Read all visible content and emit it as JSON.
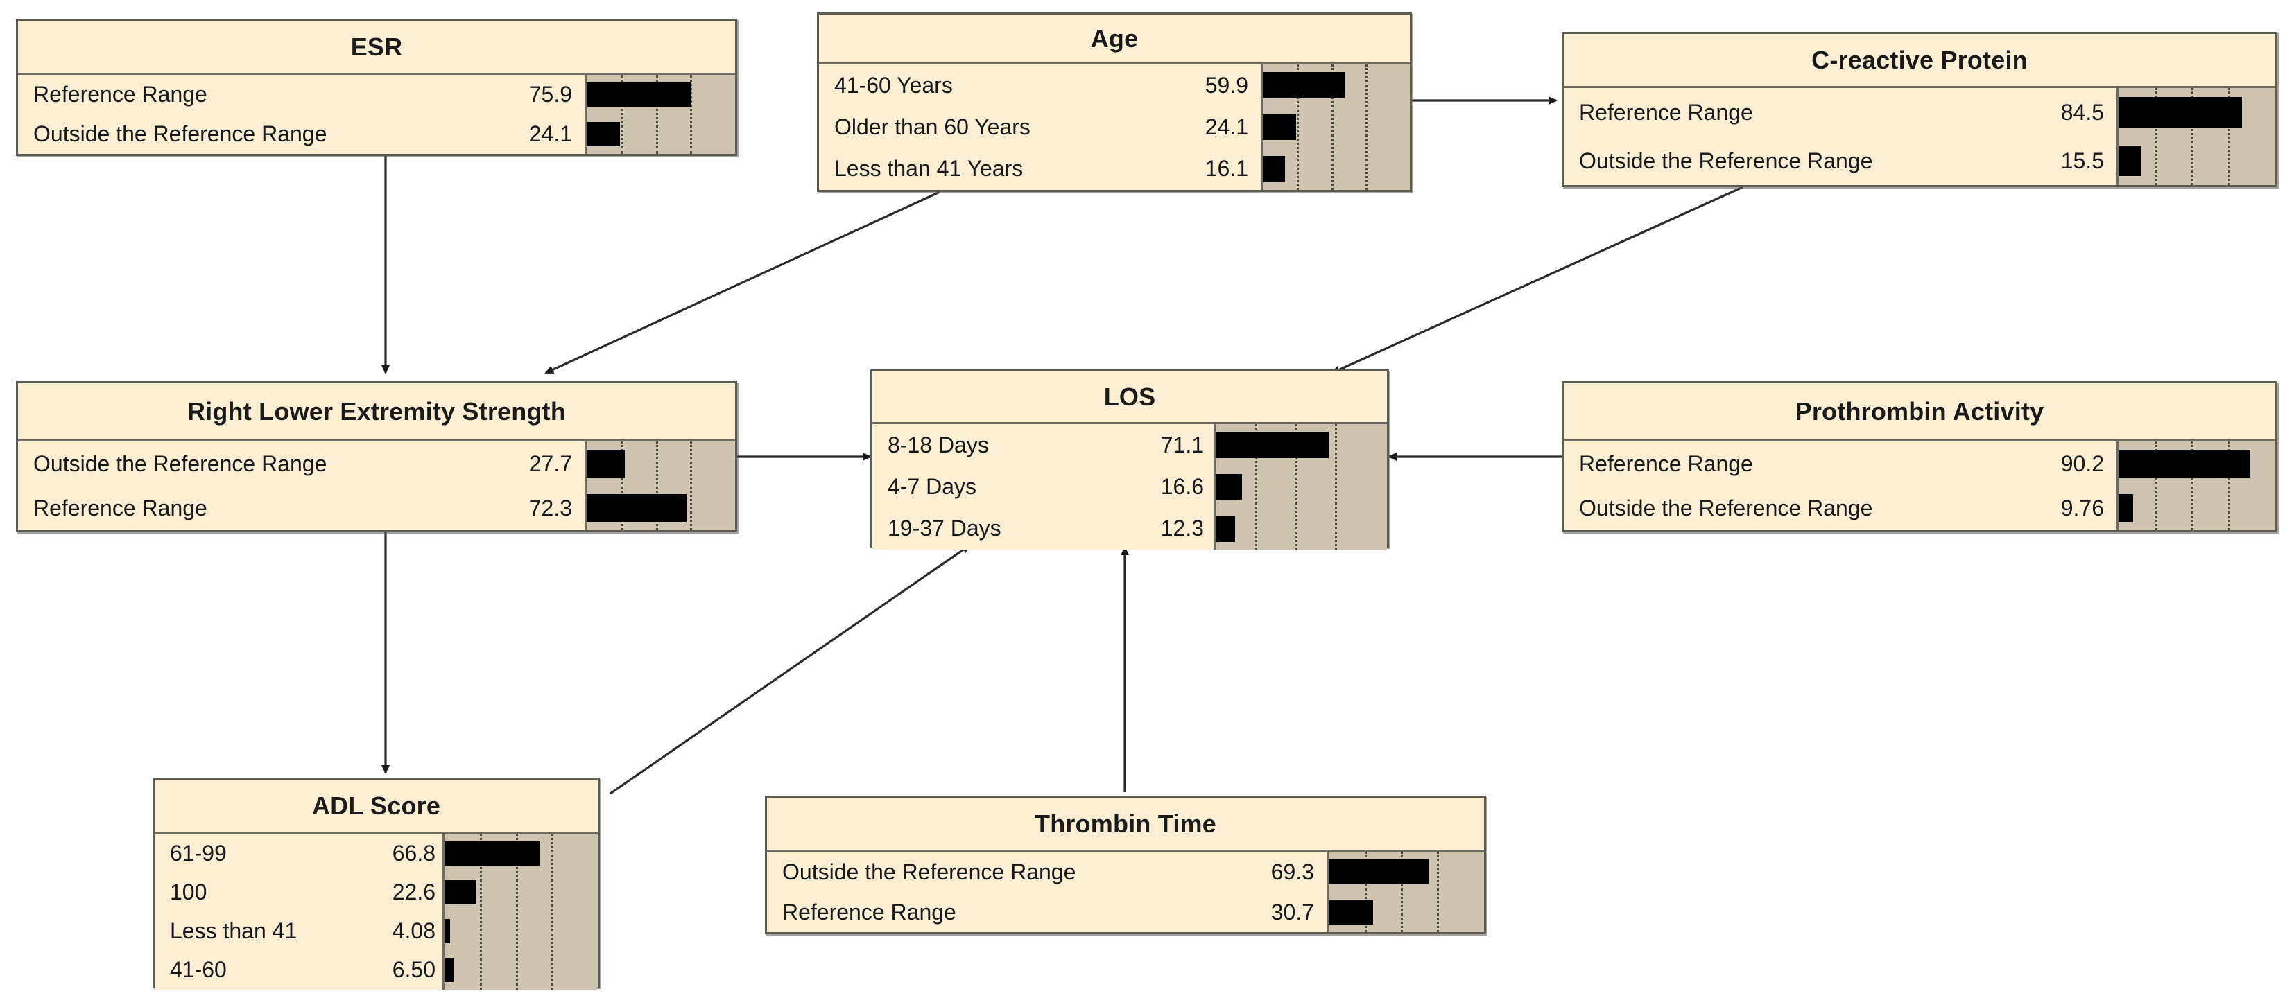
{
  "diagram": {
    "type": "bayesian-network",
    "palette": {
      "node_fill": "#fbeed2",
      "node_border": "#5c5c54",
      "bar_panel_fill": "#cec4af",
      "bar_fill": "#000000",
      "gridline": "#4c4940",
      "edge": "#2b2b2b",
      "background": "#ffffff"
    }
  },
  "chart_data": {
    "type": "bar",
    "title": "",
    "xlabel": "",
    "ylabel": "",
    "xlim": [
      0,
      100
    ],
    "grid": true,
    "gridlines_percent": [
      25,
      50,
      75
    ],
    "legend": "none",
    "note": "Each node is a horizontal bar chart of state probabilities (percent).",
    "nodes": [
      {
        "name": "ESR",
        "categories": [
          "Reference Range",
          "Outside the Reference Range"
        ],
        "values": [
          75.9,
          24.1
        ],
        "value_labels": [
          "75.9",
          "24.1"
        ]
      },
      {
        "name": "Age",
        "categories": [
          "41-60 Years",
          "Older than 60 Years",
          "Less than 41 Years"
        ],
        "values": [
          59.9,
          24.1,
          16.1
        ],
        "value_labels": [
          "59.9",
          "24.1",
          "16.1"
        ]
      },
      {
        "name": "C-reactive Protein",
        "categories": [
          "Reference Range",
          "Outside the Reference Range"
        ],
        "values": [
          84.5,
          15.5
        ],
        "value_labels": [
          "84.5",
          "15.5"
        ]
      },
      {
        "name": "Right Lower Extremity Strength",
        "categories": [
          "Outside the Reference Range",
          "Reference Range"
        ],
        "values": [
          27.7,
          72.3
        ],
        "value_labels": [
          "27.7",
          "72.3"
        ]
      },
      {
        "name": "LOS",
        "categories": [
          "8-18 Days",
          "4-7 Days",
          "19-37 Days"
        ],
        "values": [
          71.1,
          16.6,
          12.3
        ],
        "value_labels": [
          "71.1",
          "16.6",
          "12.3"
        ]
      },
      {
        "name": "Prothrombin Activity",
        "categories": [
          "Reference Range",
          "Outside the Reference Range"
        ],
        "values": [
          90.2,
          9.76
        ],
        "value_labels": [
          "90.2",
          "9.76"
        ]
      },
      {
        "name": "ADL Score",
        "categories": [
          "61-99",
          "100",
          "Less than 41",
          "41-60"
        ],
        "values": [
          66.8,
          22.6,
          4.08,
          6.5
        ],
        "value_labels": [
          "66.8",
          "22.6",
          "4.08",
          "6.50"
        ]
      },
      {
        "name": "Thrombin Time",
        "categories": [
          "Outside the Reference Range",
          "Reference Range"
        ],
        "values": [
          69.3,
          30.7
        ],
        "value_labels": [
          "69.3",
          "30.7"
        ]
      }
    ],
    "edges": [
      {
        "from": "ESR",
        "to": "Right Lower Extremity Strength"
      },
      {
        "from": "Age",
        "to": "Right Lower Extremity Strength"
      },
      {
        "from": "Age",
        "to": "C-reactive Protein"
      },
      {
        "from": "C-reactive Protein",
        "to": "LOS"
      },
      {
        "from": "Right Lower Extremity Strength",
        "to": "LOS"
      },
      {
        "from": "Right Lower Extremity Strength",
        "to": "ADL Score"
      },
      {
        "from": "ADL Score",
        "to": "LOS"
      },
      {
        "from": "Thrombin Time",
        "to": "LOS"
      },
      {
        "from": "Prothrombin Activity",
        "to": "LOS"
      }
    ]
  },
  "nodes": {
    "esr": {
      "title": "ESR",
      "rows": [
        {
          "label": "Reference Range",
          "value": "75.9",
          "pct": 75.9
        },
        {
          "label": "Outside the Reference Range",
          "value": "24.1",
          "pct": 24.1
        }
      ]
    },
    "age": {
      "title": "Age",
      "rows": [
        {
          "label": "41-60 Years",
          "value": "59.9",
          "pct": 59.9
        },
        {
          "label": "Older than 60 Years",
          "value": "24.1",
          "pct": 24.1
        },
        {
          "label": "Less than 41 Years",
          "value": "16.1",
          "pct": 16.1
        }
      ]
    },
    "crp": {
      "title": "C-reactive Protein",
      "rows": [
        {
          "label": "Reference Range",
          "value": "84.5",
          "pct": 84.5
        },
        {
          "label": "Outside the Reference Range",
          "value": "15.5",
          "pct": 15.5
        }
      ]
    },
    "rle": {
      "title": "Right Lower Extremity Strength",
      "rows": [
        {
          "label": "Outside the Reference Range",
          "value": "27.7",
          "pct": 27.7
        },
        {
          "label": "Reference Range",
          "value": "72.3",
          "pct": 72.3
        }
      ]
    },
    "los": {
      "title": "LOS",
      "rows": [
        {
          "label": "8-18 Days",
          "value": "71.1",
          "pct": 71.1
        },
        {
          "label": "4-7 Days",
          "value": "16.6",
          "pct": 16.6
        },
        {
          "label": "19-37 Days",
          "value": "12.3",
          "pct": 12.3
        }
      ]
    },
    "prothrombin": {
      "title": "Prothrombin Activity",
      "rows": [
        {
          "label": "Reference Range",
          "value": "90.2",
          "pct": 90.2
        },
        {
          "label": "Outside the Reference Range",
          "value": "9.76",
          "pct": 9.76
        }
      ]
    },
    "adl": {
      "title": "ADL Score",
      "rows": [
        {
          "label": "61-99",
          "value": "66.8",
          "pct": 66.8
        },
        {
          "label": "100",
          "value": "22.6",
          "pct": 22.6
        },
        {
          "label": "Less than 41",
          "value": "4.08",
          "pct": 4.08
        },
        {
          "label": "41-60",
          "value": "6.50",
          "pct": 6.5
        }
      ]
    },
    "thrombin": {
      "title": "Thrombin Time",
      "rows": [
        {
          "label": "Outside the Reference Range",
          "value": "69.3",
          "pct": 69.3
        },
        {
          "label": "Reference Range",
          "value": "30.7",
          "pct": 30.7
        }
      ]
    }
  }
}
